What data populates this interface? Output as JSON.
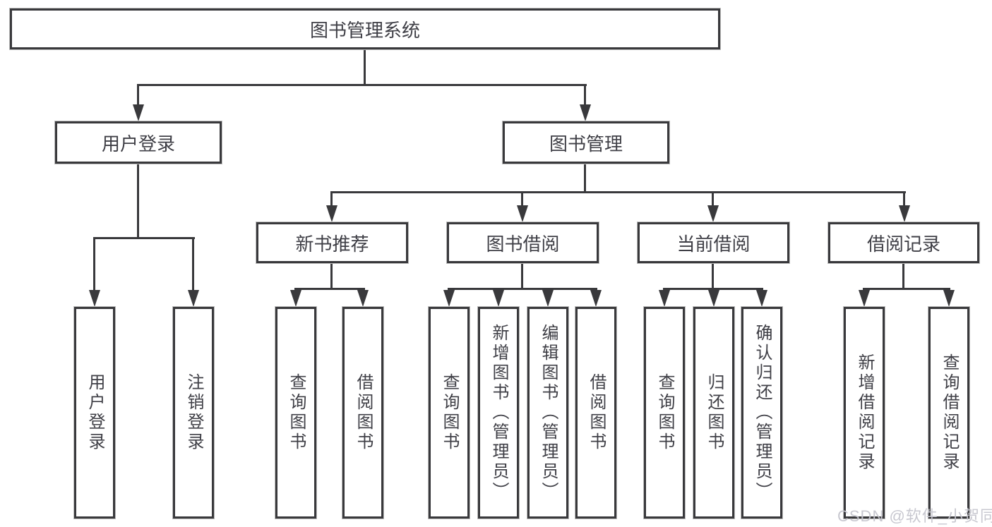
{
  "diagram": {
    "root": {
      "label": "图书管理系统"
    },
    "branches": [
      {
        "label": "用户登录",
        "children": [
          {
            "label": "用户登录"
          },
          {
            "label": "注销登录"
          }
        ]
      },
      {
        "label": "图书管理",
        "children": [
          {
            "label": "新书推荐",
            "children": [
              {
                "label": "查询图书"
              },
              {
                "label": "借阅图书"
              }
            ]
          },
          {
            "label": "图书借阅",
            "children": [
              {
                "label": "查询图书"
              },
              {
                "label": "新增图书（管理员）"
              },
              {
                "label": "编辑图书（管理员）"
              },
              {
                "label": "借阅图书"
              }
            ]
          },
          {
            "label": "当前借阅",
            "children": [
              {
                "label": "查询图书"
              },
              {
                "label": "归还图书"
              },
              {
                "label": "确认归还（管理员）"
              }
            ]
          },
          {
            "label": "借阅记录",
            "children": [
              {
                "label": "新增借阅记录"
              },
              {
                "label": "查询借阅记录"
              }
            ]
          }
        ]
      }
    ],
    "watermark": "CSDN @软件_小贺同学",
    "colors": {
      "line": "#39393c",
      "text": "#3f3f46",
      "background": "#ffffff",
      "watermark": "#c5c5cd"
    }
  }
}
